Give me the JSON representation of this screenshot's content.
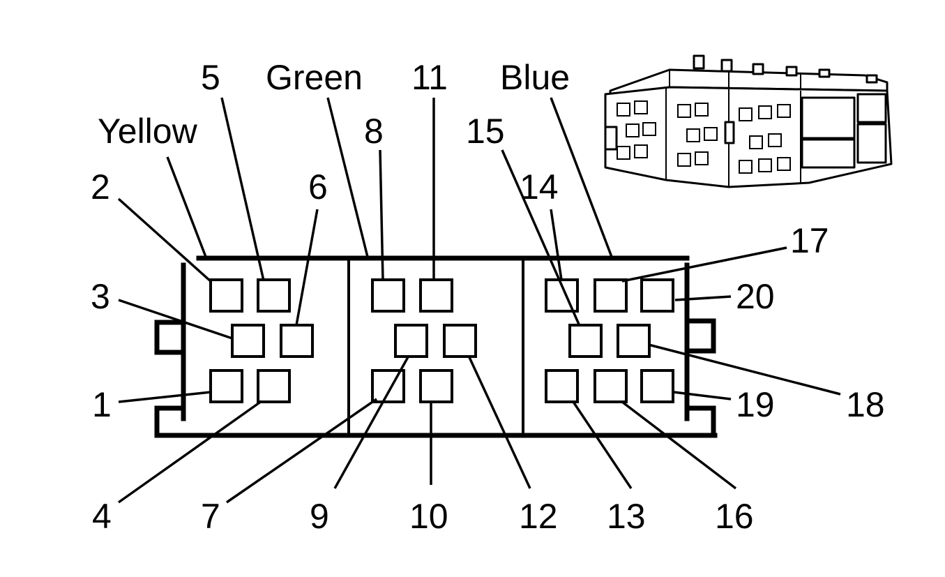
{
  "diagram": {
    "colors": {
      "ink": "#000000",
      "background": "#ffffff"
    },
    "sections": [
      {
        "id": "yellow",
        "label": "Yellow"
      },
      {
        "id": "green",
        "label": "Green"
      },
      {
        "id": "blue",
        "label": "Blue"
      }
    ],
    "pins": [
      {
        "id": "p1",
        "label": "1"
      },
      {
        "id": "p2",
        "label": "2"
      },
      {
        "id": "p3",
        "label": "3"
      },
      {
        "id": "p4",
        "label": "4"
      },
      {
        "id": "p5",
        "label": "5"
      },
      {
        "id": "p6",
        "label": "6"
      },
      {
        "id": "p7",
        "label": "7"
      },
      {
        "id": "p8",
        "label": "8"
      },
      {
        "id": "p9",
        "label": "9"
      },
      {
        "id": "p10",
        "label": "10"
      },
      {
        "id": "p11",
        "label": "11"
      },
      {
        "id": "p12",
        "label": "12"
      },
      {
        "id": "p13",
        "label": "13"
      },
      {
        "id": "p14",
        "label": "14"
      },
      {
        "id": "p15",
        "label": "15"
      },
      {
        "id": "p16",
        "label": "16"
      },
      {
        "id": "p17",
        "label": "17"
      },
      {
        "id": "p18",
        "label": "18"
      },
      {
        "id": "p19",
        "label": "19"
      },
      {
        "id": "p20",
        "label": "20"
      }
    ]
  }
}
